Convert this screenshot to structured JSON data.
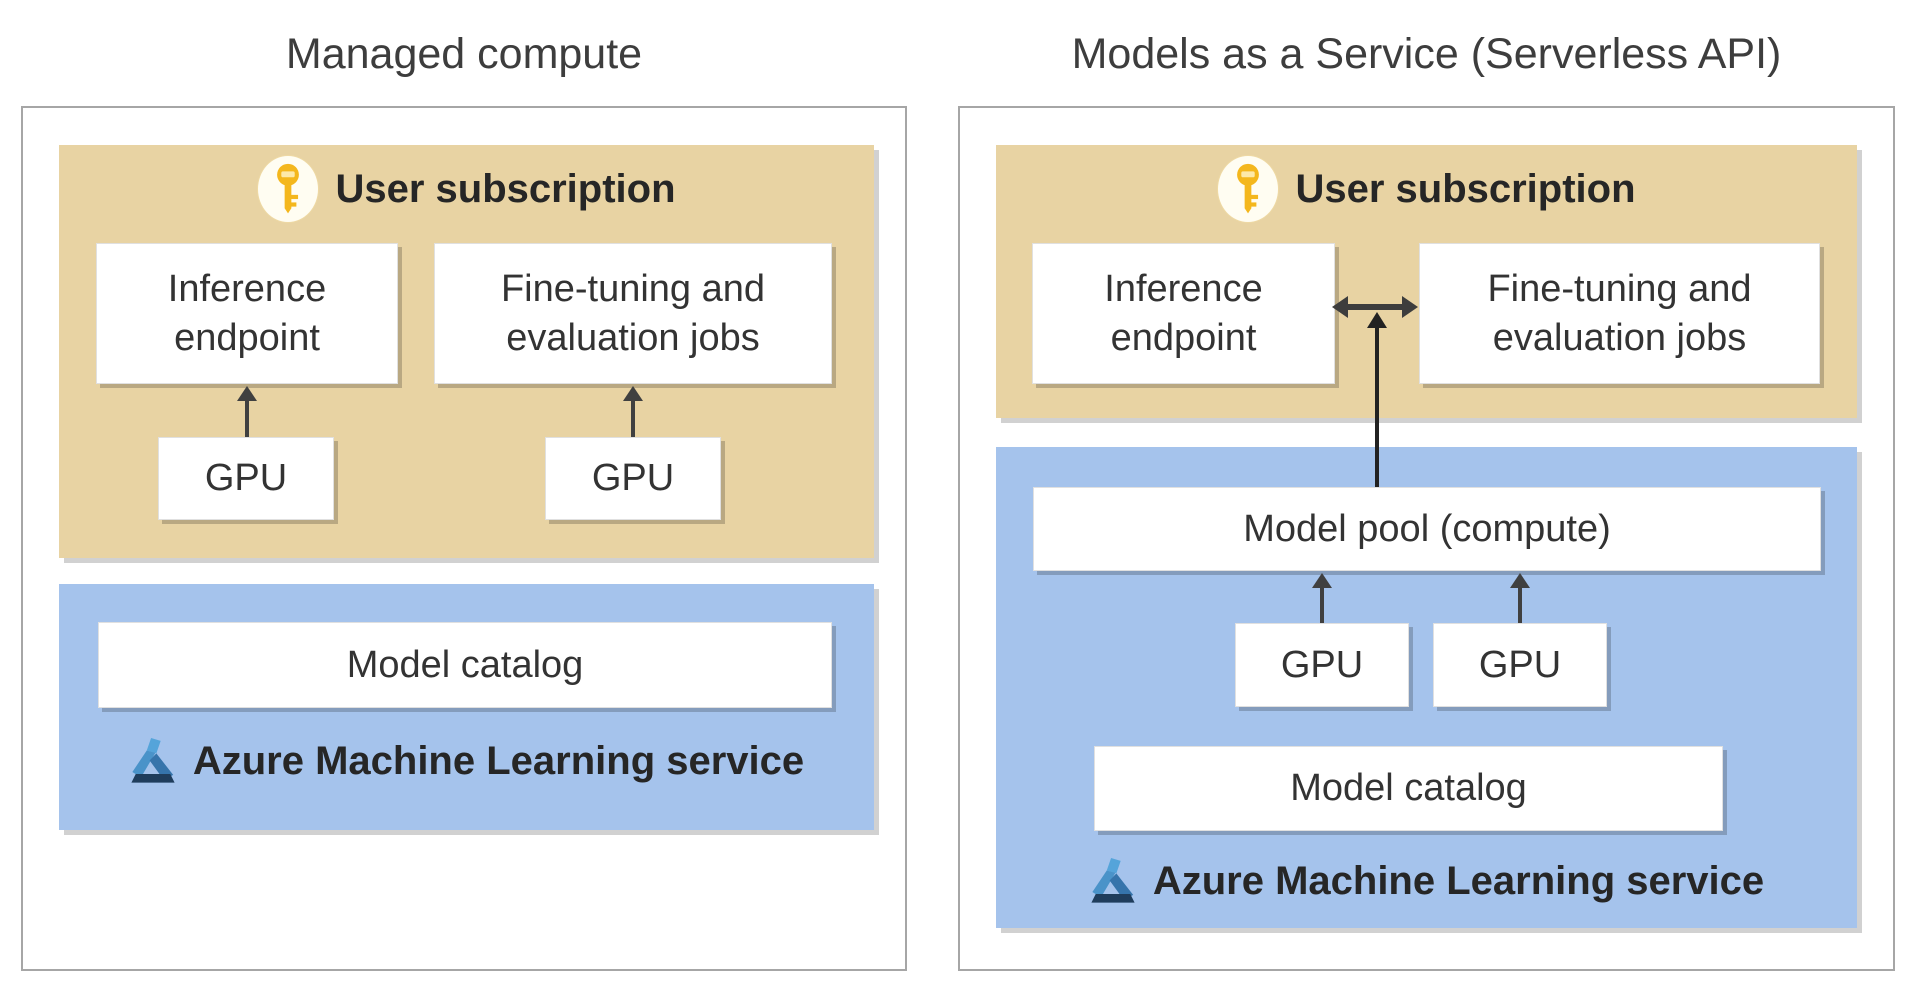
{
  "diagram": {
    "left": {
      "title": "Managed compute",
      "user_subscription": {
        "label": "User subscription",
        "inference_box": "Inference\nendpoint",
        "finetuning_box": "Fine-tuning and\nevaluation jobs",
        "gpu_left": "GPU",
        "gpu_right": "GPU"
      },
      "aml_service": {
        "model_catalog": "Model catalog",
        "label": "Azure Machine Learning service"
      }
    },
    "right": {
      "title": "Models as a Service (Serverless API)",
      "user_subscription": {
        "label": "User subscription",
        "inference_box": "Inference\nendpoint",
        "finetuning_box": "Fine-tuning and\nevaluation jobs"
      },
      "aml_service": {
        "model_pool": "Model pool (compute)",
        "gpu_left": "GPU",
        "gpu_right": "GPU",
        "model_catalog": "Model catalog",
        "label": "Azure Machine Learning service"
      }
    },
    "icons": {
      "subscription": "key-icon",
      "service": "azure-ml-flask-icon"
    },
    "colors": {
      "subscription_bg": "#e8d3a3",
      "service_bg": "#a5c3ec",
      "panel_border": "#a6a6a6",
      "arrow": "#404040",
      "connector": "#222222",
      "key_gold": "#f4b71d",
      "key_slot": "#fde9a9",
      "flask_light_blue": "#55a4da",
      "flask_mid_blue": "#3674ab",
      "flask_dark_blue": "#1f3d5c",
      "heading_text": "#262626",
      "box_text": "#333333",
      "title_text": "#3d3d3d"
    }
  }
}
